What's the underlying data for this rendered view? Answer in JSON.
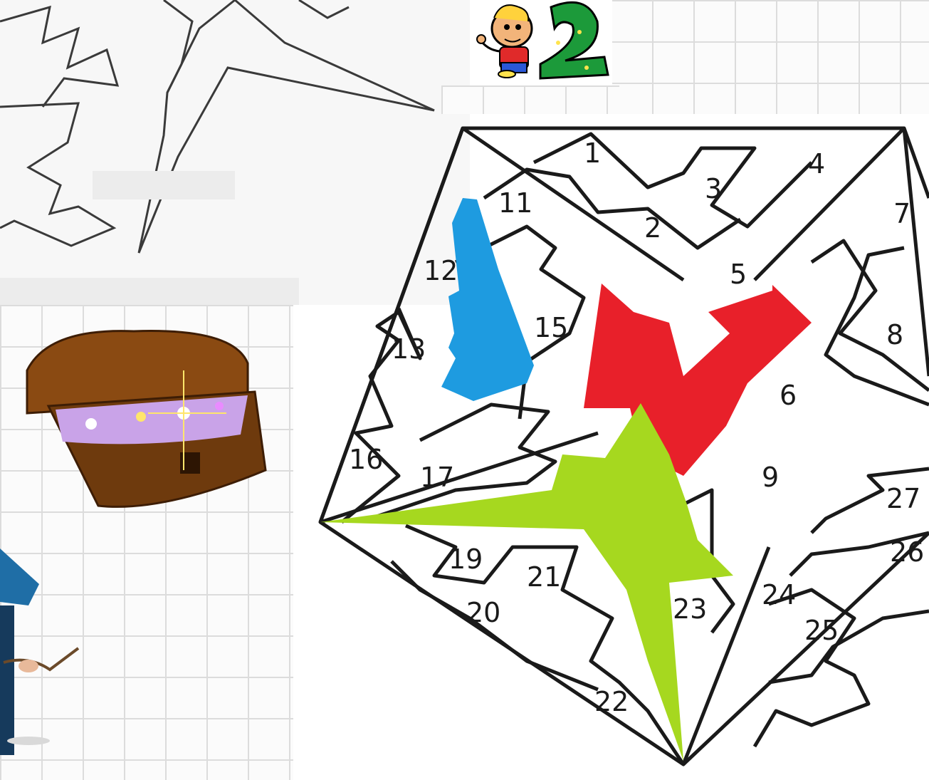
{
  "puzzle": {
    "piece_numbers": [
      "1",
      "2",
      "3",
      "4",
      "5",
      "6",
      "7",
      "8",
      "9",
      "11",
      "12",
      "13",
      "15",
      "16",
      "17",
      "19",
      "20",
      "21",
      "22",
      "23",
      "24",
      "25",
      "26",
      "27"
    ]
  },
  "colors": {
    "blue_piece": "#1e9be0",
    "red_piece": "#e8202a",
    "green_piece": "#a6d81f",
    "outline": "#1a1a1a",
    "grid": "#dcdcdc"
  },
  "icons": {
    "mascot": "cartoon-boy-with-number-2",
    "chest": "treasure-chest",
    "wizard": "wizard-figure"
  }
}
